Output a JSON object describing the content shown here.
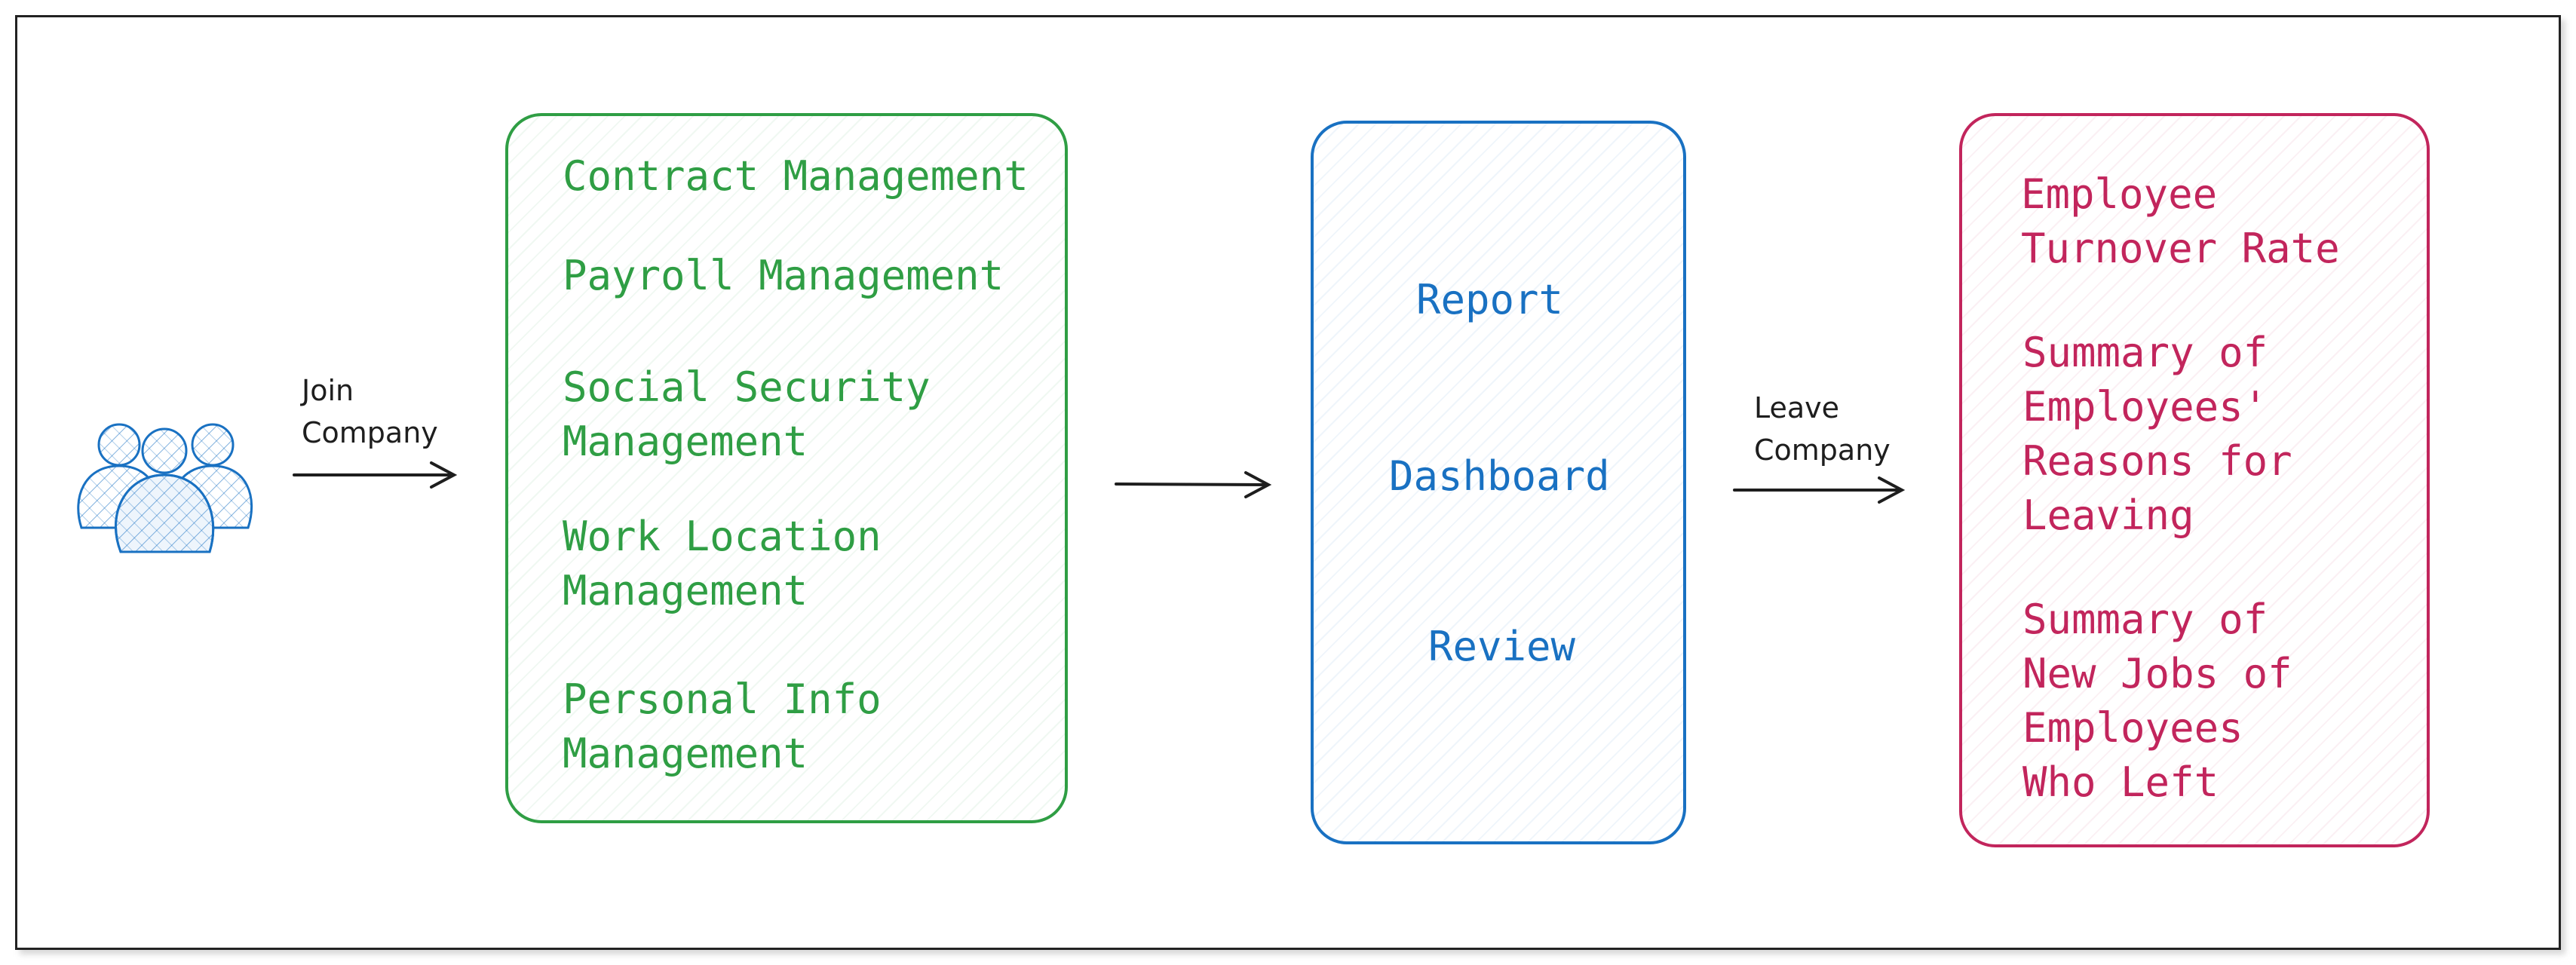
{
  "arrows": {
    "join_label": "Join\nCompany",
    "leave_label": "Leave\nCompany"
  },
  "onboarding": {
    "items": [
      "Contract Management",
      "Payroll Management",
      "Social Security\nManagement",
      "Work Location\nManagement",
      "Personal Info\nManagement"
    ]
  },
  "analytics": {
    "items": [
      "Report",
      "Dashboard",
      "Review"
    ]
  },
  "offboarding": {
    "items": [
      "Employee\nTurnover Rate",
      "Summary of\nEmployees'\nReasons for\nLeaving",
      "Summary of\nNew Jobs of\nEmployees\nWho Left"
    ]
  },
  "colors": {
    "green": "#2f9e44",
    "blue": "#1971c2",
    "red": "#c2255c",
    "ink": "#1e1e1e"
  },
  "icons": {
    "people": "people-group-icon"
  }
}
